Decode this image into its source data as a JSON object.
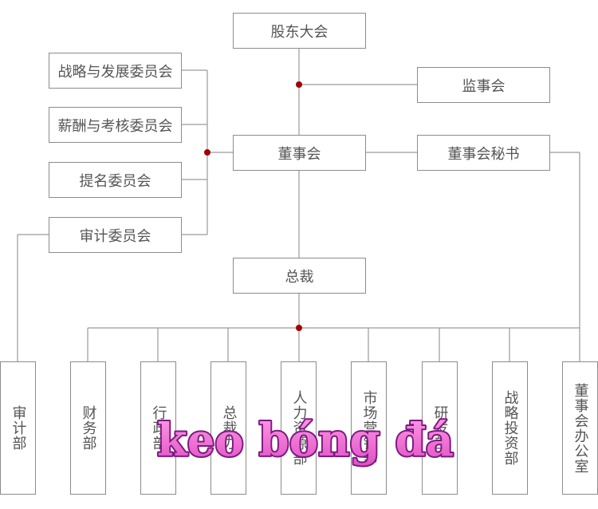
{
  "org": {
    "shareholders_meeting": "股东大会",
    "supervisory_board": "监事会",
    "board_of_directors": "董事会",
    "board_secretary": "董事会秘书",
    "president": "总裁",
    "committees": [
      "战略与发展委员会",
      "薪酬与考核委员会",
      "提名委员会",
      "审计委员会"
    ],
    "departments": [
      "审计部",
      "财务部",
      "行政部",
      "总裁办",
      "人力资源部",
      "市场营销部",
      "研发部",
      "战略投资部",
      "董事会办公室"
    ]
  },
  "watermark": {
    "text": "keo bóng đá"
  },
  "colors": {
    "box_border": "#8c8c8c",
    "line": "#9a9a9a",
    "text": "#555555",
    "junction_dot": "#a30000",
    "watermark_fill_top": "#ff9be6",
    "watermark_fill_bottom": "#e04fc4",
    "watermark_stroke": "#7b1a80"
  }
}
